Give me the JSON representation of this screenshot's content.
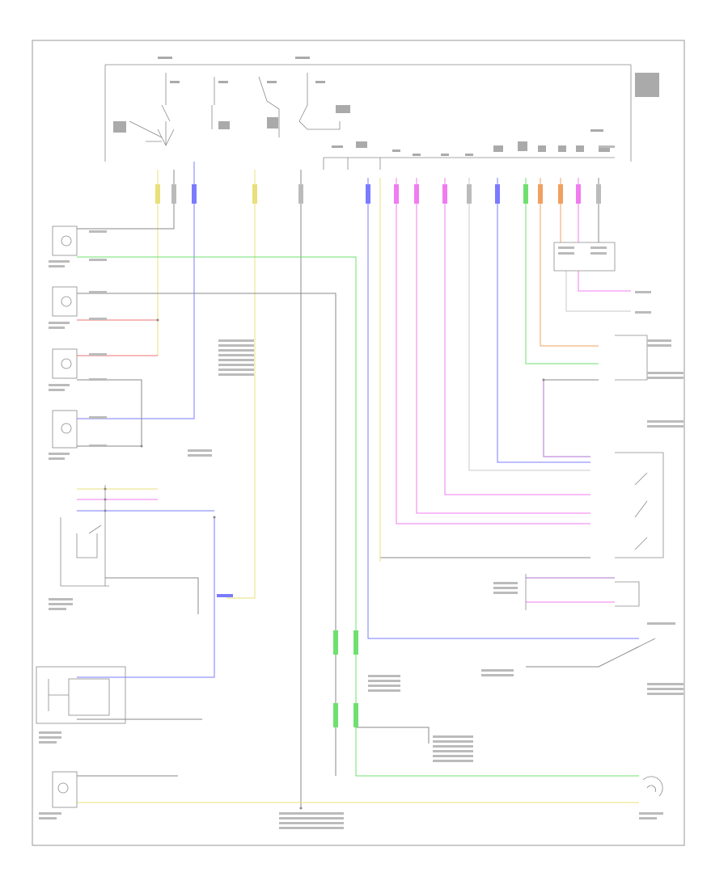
{
  "page": {
    "number": ""
  },
  "colors": {
    "frame": "#9a9a9a",
    "wire_black": "#8a8a8a",
    "wire_yellow": "#e8e07a",
    "wire_blue": "#7b7bff",
    "wire_green": "#6fe06f",
    "wire_red": "#f07070",
    "wire_pink": "#f07cf0",
    "wire_orange": "#f0a060",
    "wire_gray": "#c8c8c8"
  },
  "diagram": {
    "components": [
      {
        "id": "left-rear-turn-lamp",
        "label": "",
        "icon": "lamp-icon"
      },
      {
        "id": "left-rear-stop-lamp",
        "label": "",
        "icon": "lamp-icon"
      },
      {
        "id": "left-rear-tail-lamp",
        "label": "",
        "icon": "lamp-icon"
      },
      {
        "id": "right-rear-stop-lamp",
        "label": "",
        "icon": "lamp-icon"
      },
      {
        "id": "right-rear-turn-lamp",
        "label": "",
        "icon": "lamp-icon"
      },
      {
        "id": "right-front-turn-lamp",
        "label": "",
        "icon": "lamp-icon"
      },
      {
        "id": "left-front-turn-lamp",
        "label": "",
        "icon": "lamp-icon"
      },
      {
        "id": "trailer-module",
        "label": "",
        "icon": "module-icon"
      },
      {
        "id": "hazard-switch",
        "label": "",
        "icon": "switch-icon"
      },
      {
        "id": "multifunction-switch",
        "label": "",
        "icon": "switch-icon"
      }
    ],
    "labels": []
  }
}
